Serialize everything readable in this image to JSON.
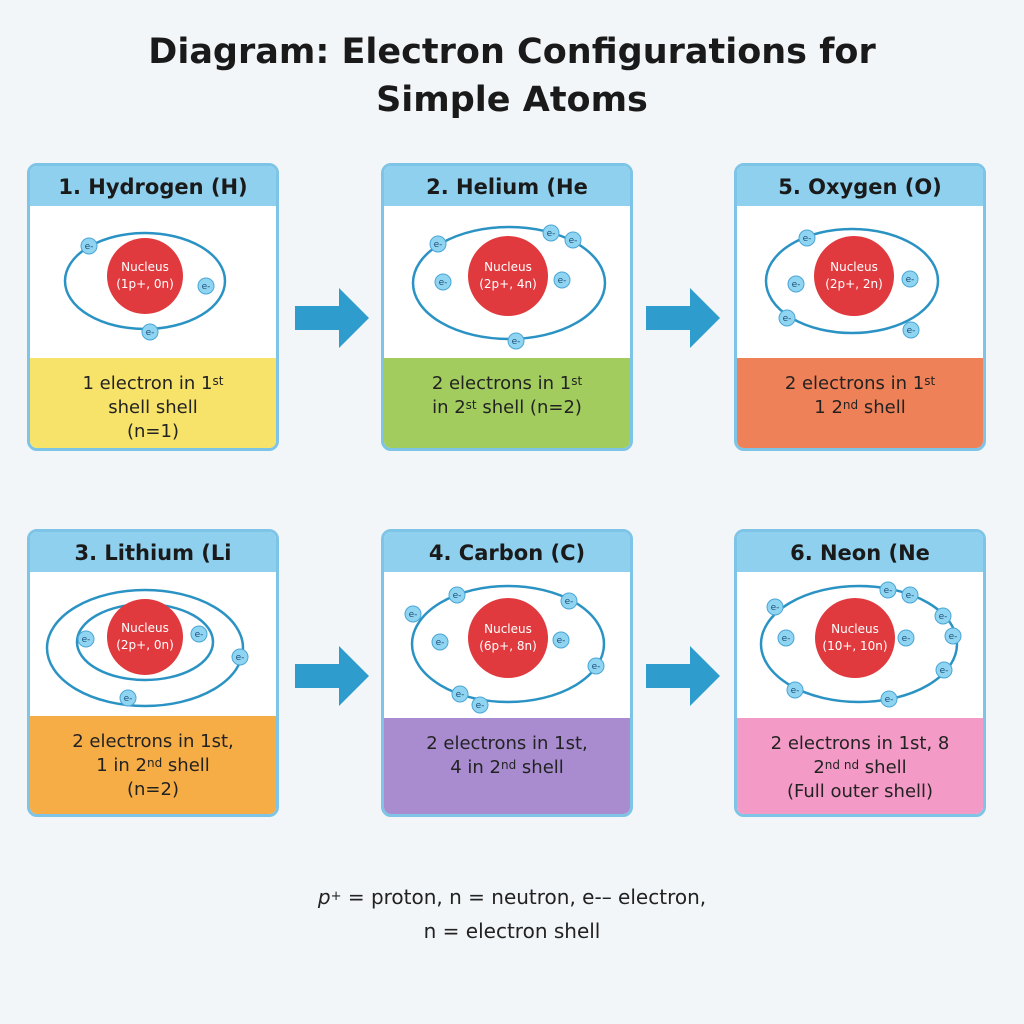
{
  "title": {
    "line1": "Diagram: Electron Configurations for",
    "line2": "Simple Atoms"
  },
  "colors": {
    "card_border": "#7dc4e6",
    "header_bg": "#8fd0ee",
    "nucleus": "#e03a3e",
    "orbit": "#2b93c4",
    "electron": "#8fd4f0",
    "arrow": "#2e9ccc"
  },
  "cards": [
    {
      "header": "1. Hydrogen (H)",
      "nucleus_label": "Nucleus",
      "nucleus_sub": "(1p+, 0n)",
      "electron_label": "e-",
      "footer_color": "#f7e36a",
      "footer": {
        "l1_text": "1 electron in 1",
        "l1_sup": "st",
        "l1_after": "",
        "l2_text": "shell shell",
        "l2_sup": "",
        "l2_after": "",
        "l3": "(n=1)"
      }
    },
    {
      "header": "2. Helium (He",
      "nucleus_label": "Nucleus",
      "nucleus_sub": "(2p+, 4n)",
      "electron_label": "e-",
      "footer_color": "#a2cc5e",
      "footer": {
        "l1_text": "2 electrons in 1",
        "l1_sup": "st",
        "l1_after": "",
        "l2_text": "in 2",
        "l2_sup": "st",
        "l2_after": " shell (n=2)",
        "l3": ""
      }
    },
    {
      "header": "5. Oxygen (O)",
      "nucleus_label": "Nucleus",
      "nucleus_sub": "(2p+, 2n)",
      "electron_label": "e-",
      "footer_color": "#ef8158",
      "footer": {
        "l1_text": "2 electrons in 1",
        "l1_sup": "st",
        "l1_after": "",
        "l2_text": "1 2",
        "l2_sup": "nd",
        "l2_after": " shell",
        "l3": ""
      }
    },
    {
      "header": "3. Lithium (Li",
      "nucleus_label": "Nucleus",
      "nucleus_sub": "(2p+, 0n)",
      "electron_label": "e-",
      "footer_color": "#f6ad45",
      "footer": {
        "l1_text": "2 electrons in 1st,",
        "l1_sup": "",
        "l1_after": "",
        "l2_text": "1 in 2",
        "l2_sup": "nd",
        "l2_after": " shell",
        "l3": "(n=2)"
      }
    },
    {
      "header": "4. Carbon (C)",
      "nucleus_label": "Nucleus",
      "nucleus_sub": "(6p+, 8n)",
      "electron_label": "e-",
      "footer_color": "#a98cd0",
      "footer": {
        "l1_text": "2 electrons in 1st,",
        "l1_sup": "",
        "l1_after": "",
        "l2_text": "4 in 2",
        "l2_sup": "nd",
        "l2_after": " shell",
        "l3": ""
      }
    },
    {
      "header": "6. Neon (Ne",
      "nucleus_label": "Nucleus",
      "nucleus_sub": "(10+, 10n)",
      "electron_label": "e-",
      "footer_color": "#f39bc6",
      "footer": {
        "l1_text": "2 electrons in 1st, 8",
        "l1_sup": "",
        "l1_after": "",
        "l2_text": "2",
        "l2_sup": "nd nd",
        "l2_after": " shell",
        "l3": "(Full outer shell)"
      }
    }
  ],
  "legend": {
    "p_symbol": "p",
    "p_sup": "+",
    "line1_rest": " = proton, n = neutron, e-– electron,",
    "line2": "n = electron shell"
  }
}
